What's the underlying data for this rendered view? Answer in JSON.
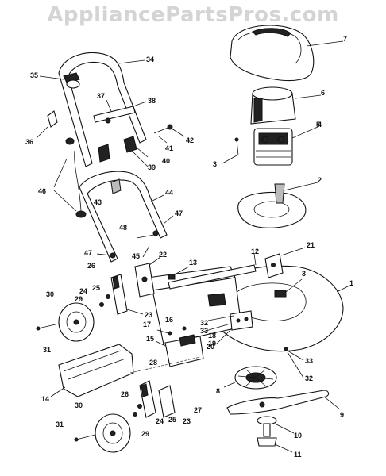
{
  "watermark": "AppliancePartsPros.com",
  "callouts": {
    "c1": "1",
    "c2": "2",
    "c3a": "3",
    "c3b": "3",
    "c4": "4",
    "c5": "5",
    "c6": "6",
    "c7": "7",
    "c8": "8",
    "c9": "9",
    "c10": "10",
    "c11": "11",
    "c12": "12",
    "c13": "13",
    "c14": "14",
    "c15": "15",
    "c16": "16",
    "c17": "17",
    "c18": "18",
    "c19": "19",
    "c20": "20",
    "c21": "21",
    "c22": "22",
    "c23a": "23",
    "c23b": "23",
    "c24a": "24",
    "c24b": "24",
    "c25a": "25",
    "c25b": "25",
    "c26a": "26",
    "c26b": "26",
    "c27": "27",
    "c28": "28",
    "c29a": "29",
    "c29b": "29",
    "c30a": "30",
    "c30b": "30",
    "c31a": "31",
    "c31b": "31",
    "c32a": "32",
    "c32b": "32",
    "c33a": "33",
    "c33b": "33",
    "c34": "34",
    "c35": "35",
    "c36": "36",
    "c37": "37",
    "c38": "38",
    "c39": "39",
    "c40": "40",
    "c41": "41",
    "c42": "42",
    "c43": "43",
    "c44": "44",
    "c45": "45",
    "c46": "46",
    "c47a": "47",
    "c47b": "47",
    "c48": "48"
  }
}
